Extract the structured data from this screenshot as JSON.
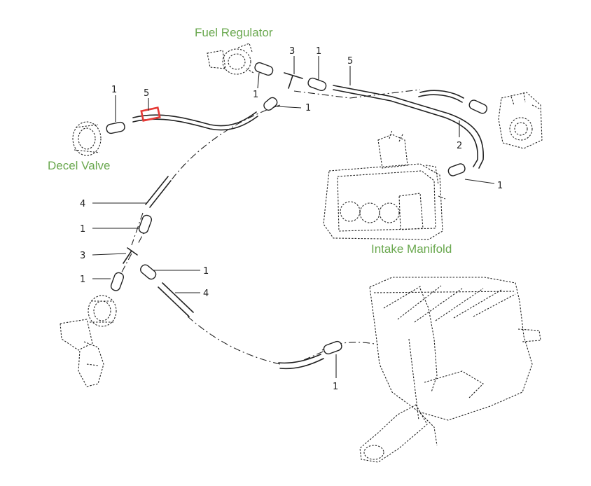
{
  "labels": {
    "fuel_regulator": "Fuel Regulator",
    "decel_valve": "Decel Valve",
    "intake_manifold": "Intake Manifold"
  },
  "part_numbers": {
    "n1": "1",
    "n2": "2",
    "n3": "3",
    "n4": "4",
    "n5": "5"
  },
  "colors": {
    "label_green": "#6aa84f",
    "highlight_red": "#e53935",
    "line": "#222222"
  }
}
